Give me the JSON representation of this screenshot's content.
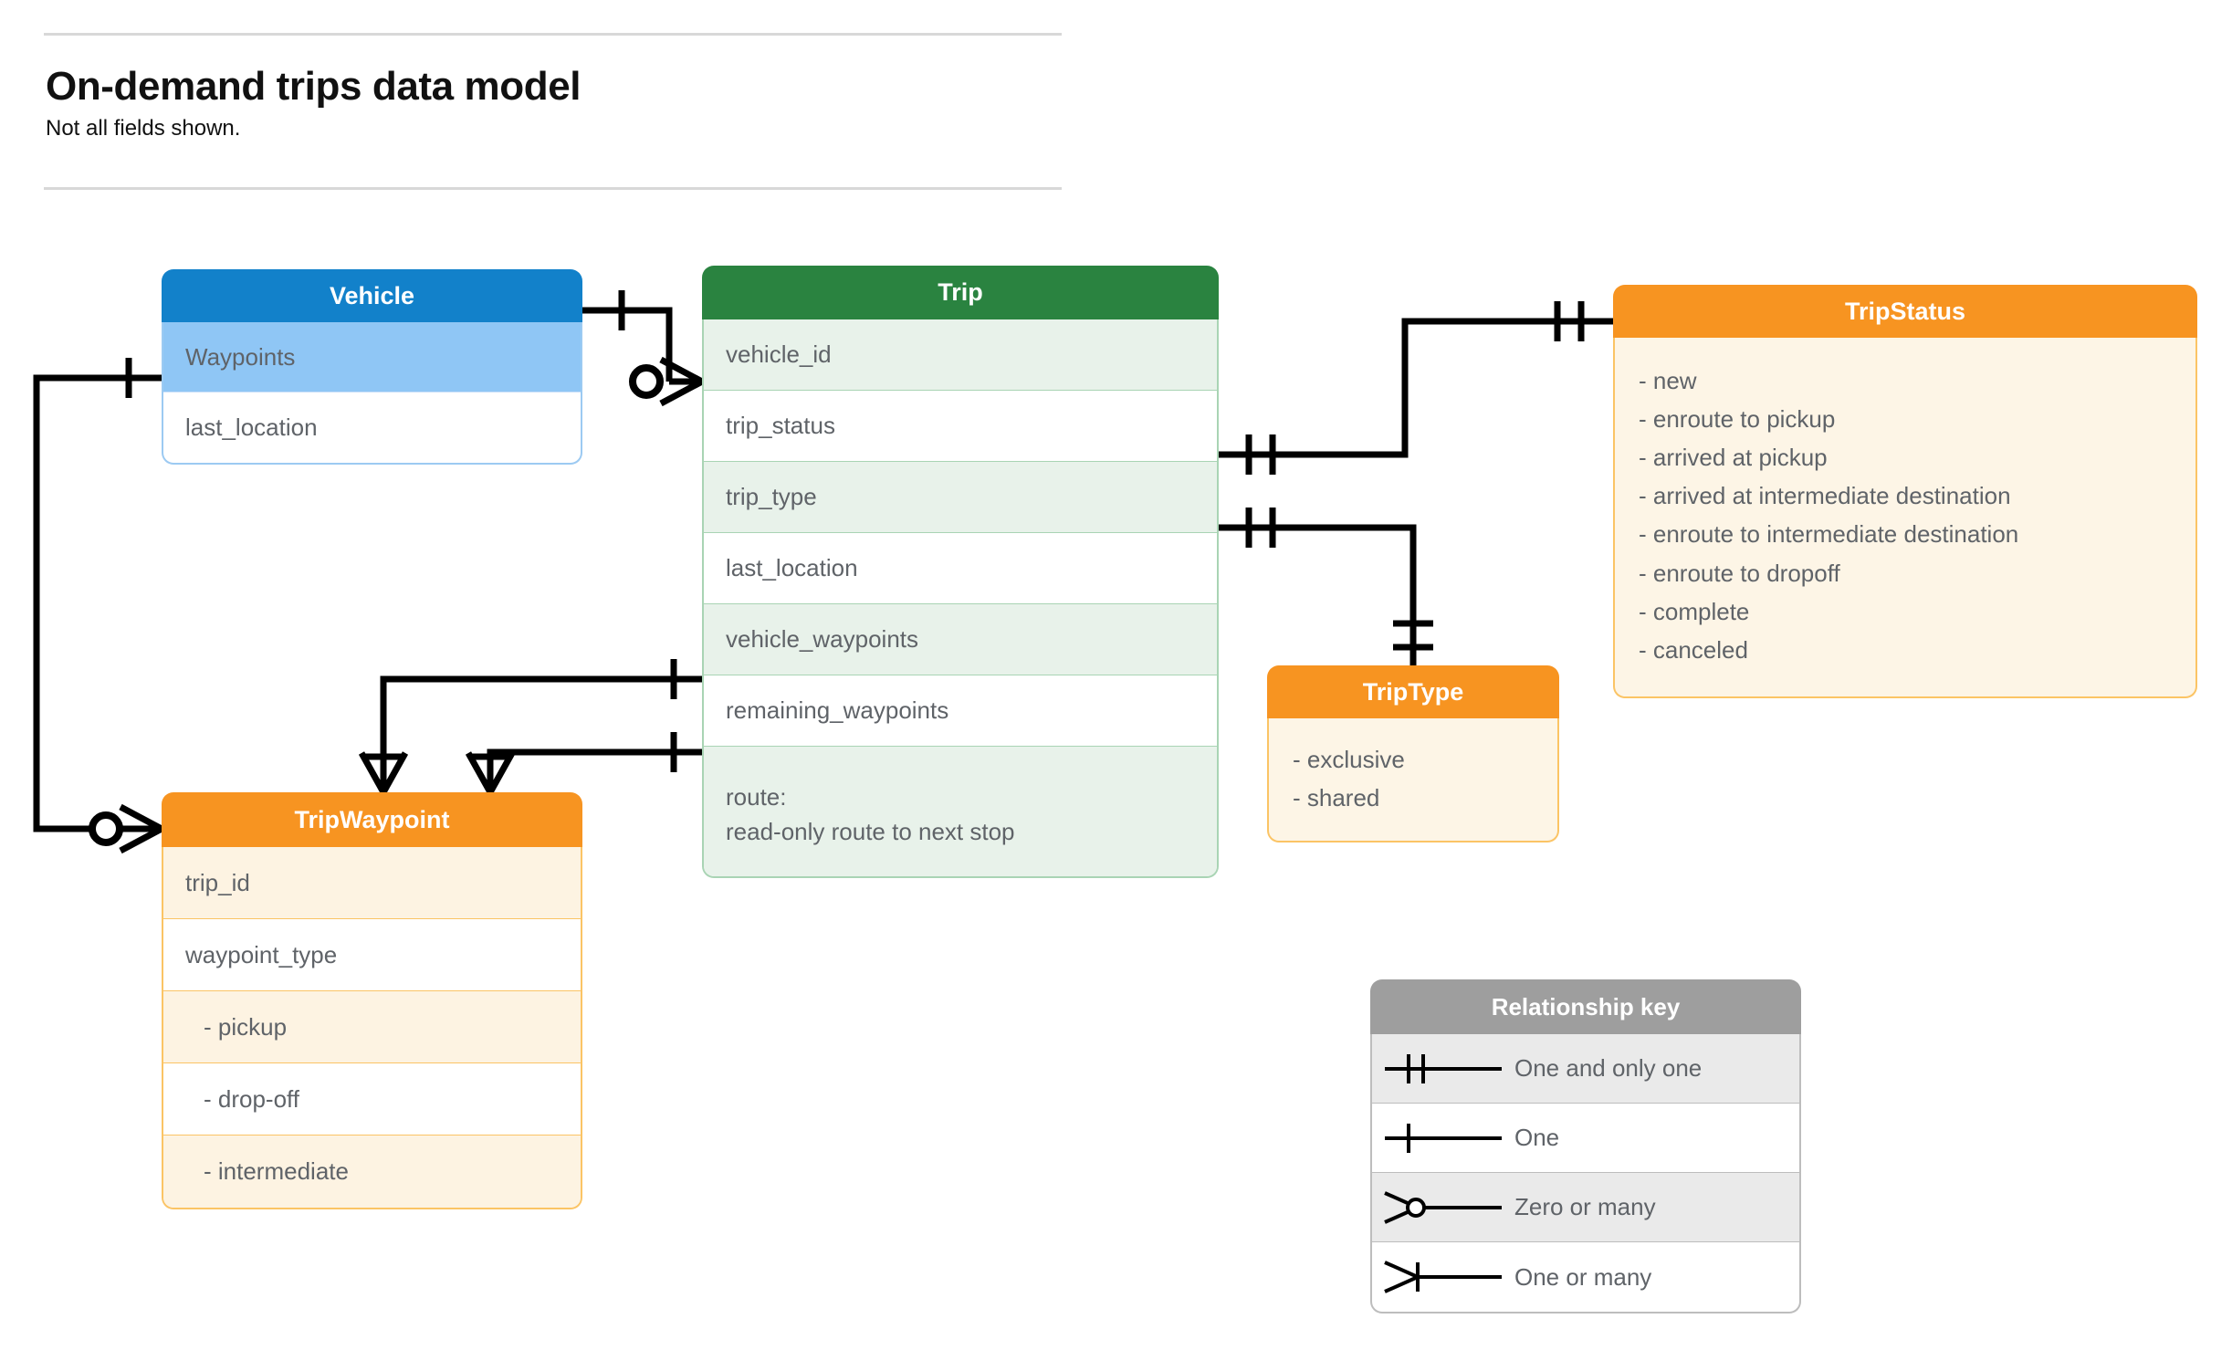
{
  "header": {
    "title": "On-demand trips data model",
    "subtitle": "Not all fields shown."
  },
  "colors": {
    "vehicle_header": "#1281ca",
    "vehicle_row_alt": "#8fc6f5",
    "trip_header": "#2a8340",
    "trip_row_alt": "#e8f2ea",
    "orange_header": "#f79421",
    "orange_body": "#fdf5e6",
    "legend_header": "#9e9e9e",
    "line": "#000000"
  },
  "entities": {
    "vehicle": {
      "title": "Vehicle",
      "fields": [
        "Waypoints",
        "last_location"
      ]
    },
    "trip": {
      "title": "Trip",
      "fields": [
        "vehicle_id",
        "trip_status",
        "trip_type",
        "last_location",
        "vehicle_waypoints",
        "remaining_waypoints"
      ],
      "route_label": "route:",
      "route_detail": "read-only route to next stop"
    },
    "trip_waypoint": {
      "title": "TripWaypoint",
      "fields": [
        "trip_id",
        "waypoint_type"
      ],
      "waypoint_types": [
        "-  pickup",
        "-  drop-off",
        "-  intermediate"
      ]
    },
    "trip_type": {
      "title": "TripType",
      "values": [
        "- exclusive",
        "- shared"
      ]
    },
    "trip_status": {
      "title": "TripStatus",
      "values": [
        "- new",
        "- enroute to pickup",
        "- arrived at pickup",
        "- arrived at intermediate destination",
        "- enroute to intermediate destination",
        "- enroute to dropoff",
        "- complete",
        "- canceled"
      ]
    }
  },
  "legend": {
    "title": "Relationship key",
    "rows": [
      {
        "symbol": "one-and-only-one",
        "label": "One and only one"
      },
      {
        "symbol": "one",
        "label": "One"
      },
      {
        "symbol": "zero-or-many",
        "label": "Zero or many"
      },
      {
        "symbol": "one-or-many",
        "label": "One or many"
      }
    ]
  },
  "relationships": [
    {
      "from": "Vehicle",
      "from_card": "one",
      "to": "Trip.vehicle_id",
      "to_card": "zero-or-many"
    },
    {
      "from": "Vehicle.Waypoints",
      "from_card": "one",
      "to": "TripWaypoint",
      "to_card": "zero-or-many"
    },
    {
      "from": "Trip.trip_status",
      "from_card": "one-and-only-one",
      "to": "TripStatus",
      "to_card": "one-and-only-one"
    },
    {
      "from": "Trip.trip_type",
      "from_card": "one-and-only-one",
      "to": "TripType",
      "to_card": "one-and-only-one"
    },
    {
      "from": "Trip.vehicle_waypoints",
      "from_card": "one",
      "to": "TripWaypoint",
      "to_card": "one-or-many"
    },
    {
      "from": "Trip.remaining_waypoints",
      "from_card": "one",
      "to": "TripWaypoint",
      "to_card": "one-or-many"
    }
  ]
}
